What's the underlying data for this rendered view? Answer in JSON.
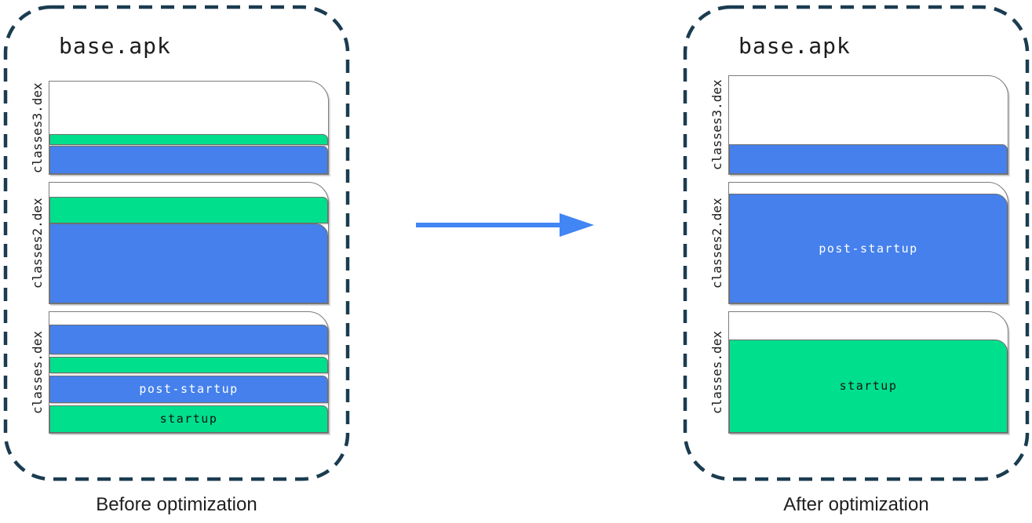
{
  "colors": {
    "startup": "#00df8c",
    "post_startup": "#4580ec",
    "container_border": "#1b3c50",
    "arrow": "#4285f4"
  },
  "panels": [
    {
      "id": "before",
      "title": "base.apk",
      "caption": "Before optimization",
      "files": [
        {
          "label": "classes3.dex",
          "height": 120,
          "segments": [
            {
              "kind": "unused"
            },
            {
              "kind": "startup",
              "size": 14,
              "gap": 0
            },
            {
              "kind": "post_startup",
              "size": 36,
              "gap": 1
            }
          ]
        },
        {
          "label": "classes2.dex",
          "height": 156,
          "segments": [
            {
              "kind": "unused"
            },
            {
              "kind": "startup",
              "size": 34,
              "gap": 0
            },
            {
              "kind": "post_startup",
              "size": 102,
              "gap": 0
            }
          ]
        },
        {
          "label": "classes.dex",
          "height": 156,
          "segments": [
            {
              "kind": "unused"
            },
            {
              "kind": "post_startup",
              "size": 38,
              "gap": 0
            },
            {
              "kind": "startup",
              "size": 21,
              "gap": 3
            },
            {
              "kind": "post_startup",
              "size": 35,
              "gap": 3,
              "text": "post-startup"
            },
            {
              "kind": "startup",
              "size": 35,
              "gap": 3,
              "text": "startup"
            }
          ]
        }
      ]
    },
    {
      "id": "after",
      "title": "base.apk",
      "caption": "After optimization",
      "files": [
        {
          "label": "classes3.dex",
          "height": 127,
          "segments": [
            {
              "kind": "unused"
            },
            {
              "kind": "post_startup",
              "size": 38,
              "gap": 0
            }
          ]
        },
        {
          "label": "classes2.dex",
          "height": 156,
          "segments": [
            {
              "kind": "unused"
            },
            {
              "kind": "post_startup",
              "size": 140,
              "gap": 0,
              "text": "post-startup"
            }
          ]
        },
        {
          "label": "classes.dex",
          "height": 156,
          "segments": [
            {
              "kind": "unused"
            },
            {
              "kind": "startup",
              "size": 119,
              "gap": 0,
              "text": "startup"
            }
          ]
        }
      ]
    }
  ],
  "arrow": {
    "direction": "right"
  }
}
